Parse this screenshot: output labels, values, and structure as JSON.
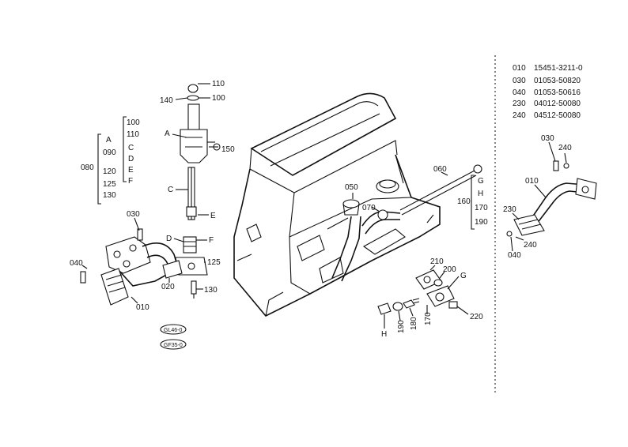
{
  "parts_table": [
    {
      "ref": "010",
      "part": "15451-3211-0"
    },
    {
      "ref": "030",
      "part": "01053-50820"
    },
    {
      "ref": "040",
      "part": "01053-50616"
    },
    {
      "ref": "230",
      "part": "04012-50080"
    },
    {
      "ref": "240",
      "part": "04512-50080"
    }
  ],
  "callouts": {
    "c110": "110",
    "c100": "100",
    "c140": "140",
    "cA": "A",
    "c150": "150",
    "cC": "C",
    "cE": "E",
    "cD": "D",
    "cF": "F",
    "c125": "125",
    "c130": "130",
    "c020": "020",
    "c010": "010",
    "c040": "040",
    "c030": "030",
    "c050": "050",
    "c070": "070",
    "c060": "060",
    "c210": "210",
    "c200": "200",
    "cG": "G",
    "c220": "220",
    "c170": "170",
    "c180": "180",
    "c190": "190",
    "cH": "H",
    "r010": "010",
    "r030": "030",
    "r240a": "240",
    "r230": "230",
    "r240b": "240",
    "r040": "040"
  },
  "group_left": {
    "label": "080",
    "letters": [
      "A",
      "090",
      "C",
      "D",
      "E",
      "F"
    ],
    "numbers": [
      "100",
      "110",
      "120",
      "125",
      "130"
    ]
  },
  "group_mid": {
    "label": "160",
    "letters": [
      "G",
      "H"
    ],
    "numbers": [
      "170",
      "190"
    ]
  },
  "stamps": [
    "GL46-0",
    "GF35-0"
  ]
}
